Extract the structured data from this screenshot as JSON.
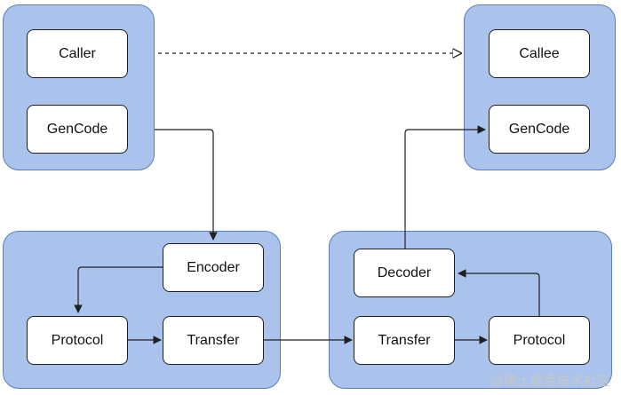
{
  "diagram": {
    "caller_panel": {
      "caller": "Caller",
      "gencode": "GenCode"
    },
    "callee_panel": {
      "callee": "Callee",
      "gencode": "GenCode"
    },
    "client_transport": {
      "encoder": "Encoder",
      "protocol": "Protocol",
      "transfer": "Transfer"
    },
    "server_transport": {
      "decoder": "Decoder",
      "transfer": "Transfer",
      "protocol": "Protocol"
    }
  },
  "watermark": {
    "text": "@稀土掘金技术社区"
  },
  "colors": {
    "panel_fill": "#a9c3ec",
    "panel_border": "#5b7fb8",
    "node_fill": "#ffffff",
    "line": "#1f1f1f"
  }
}
